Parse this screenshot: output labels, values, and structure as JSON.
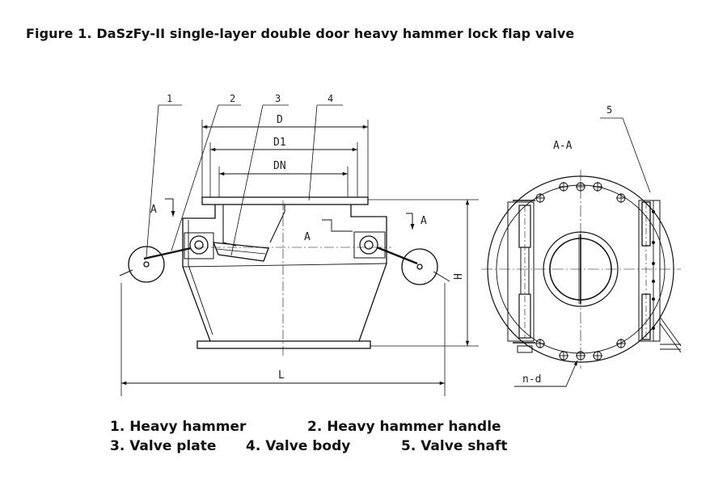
{
  "title": "Figure 1. DaSzFy-II single-layer double door heavy hammer lock flap valve",
  "callouts": [
    "1",
    "2",
    "3",
    "4",
    "5"
  ],
  "dimensions": {
    "D": "D",
    "D1": "D1",
    "DN": "DN",
    "H": "H",
    "L": "L",
    "nd": "n-d"
  },
  "section": {
    "name": "A-A",
    "marker": "A"
  },
  "legend": {
    "item1": "1. Heavy hammer",
    "item2": "2. Heavy hammer handle",
    "item3": "3. Valve plate",
    "item4": "4. Valve body",
    "item5": "5. Valve shaft"
  }
}
